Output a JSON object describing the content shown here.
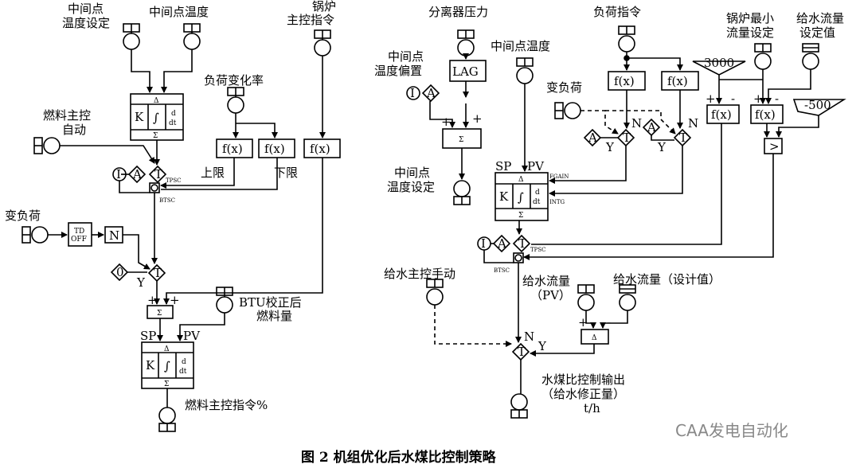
{
  "caption": "图 2  机组优化后水煤比控制策略",
  "watermark": "CAA发电自动化",
  "left": {
    "sp_label_1": "中间点",
    "sp_label_2": "温度设定",
    "pv_label": "中间点温度",
    "boiler_cmd_1": "锅炉",
    "boiler_cmd_2": "主控指令",
    "load_rate": "负荷变化率",
    "fuel_auto_1": "燃料主控",
    "fuel_auto_2": "自动",
    "upper": "上限",
    "lower": "下限",
    "var_load": "变负荷",
    "td_1": "TD",
    "td_2": "OFF",
    "n_block": "N",
    "zero": "0",
    "y": "Y",
    "btu_1": "BTU校正后",
    "btu_2": "燃料量",
    "sp": "SP",
    "pv": "PV",
    "output": "燃料主控指令%"
  },
  "right": {
    "sep_pressure": "分离器压力",
    "lag": "LAG",
    "mid_temp": "中间点温度",
    "bias_1": "中间点",
    "bias_2": "温度偏置",
    "load_cmd": "负荷指令",
    "var_load": "变负荷",
    "min_flow_1": "锅炉最小",
    "min_flow_2": "流量设定",
    "fw_set_1": "给水流量",
    "fw_set_2": "设定值",
    "v3000": "3000",
    "v500": "-500",
    "sp_label_1": "中间点",
    "sp_label_2": "温度设定",
    "sp": "SP",
    "pv": "PV",
    "fgain": "FGAIN",
    "intg": "INTG",
    "fw_manual": "给水主控手动",
    "fw_pv_1": "给水流量",
    "fw_pv_2": "（PV）",
    "fw_design": "给水流量（设计值）",
    "out_1": "水煤比控制输出",
    "out_2": "（给水修正量）",
    "out_3": "t/h"
  },
  "sym": {
    "fx": "f(x)",
    "sigma": "Σ",
    "delta": "Δ",
    "K": "K",
    "integ": "∫",
    "d": "d",
    "dt": "dt",
    "I": "I",
    "A": "A",
    "T": "T",
    "N": "N",
    "Y": "Y",
    "plus": "+",
    "minus": "-",
    "tpsc": "TPSC",
    "btsc": "BTSC",
    "gt": ">"
  }
}
